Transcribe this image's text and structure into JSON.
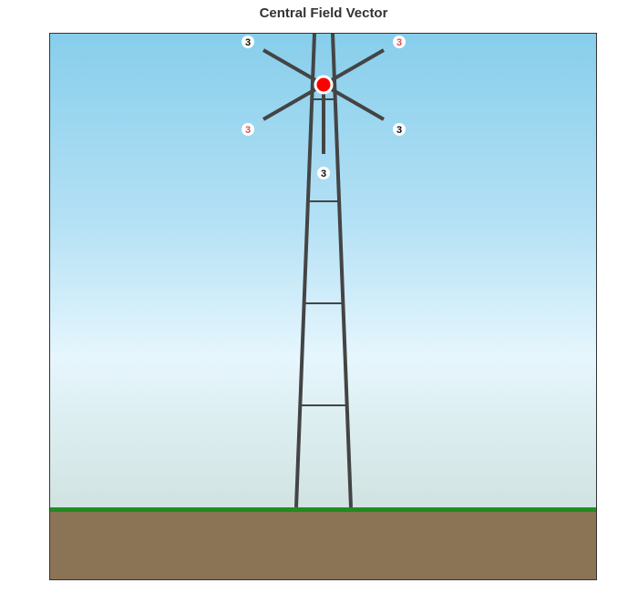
{
  "title": "Central Field Vector",
  "colors": {
    "sky_top": "#87ceeb",
    "sky_mid": "#e6f6fd",
    "grass": "#228b22",
    "ground": "#8b7355",
    "tower": "#444444",
    "hub": "#ff0000"
  },
  "markers": [
    {
      "label": "3",
      "style": "dark"
    },
    {
      "label": "3",
      "style": "light"
    },
    {
      "label": "3",
      "style": "light"
    },
    {
      "label": "3",
      "style": "dark"
    },
    {
      "label": "3",
      "style": "dark"
    }
  ]
}
